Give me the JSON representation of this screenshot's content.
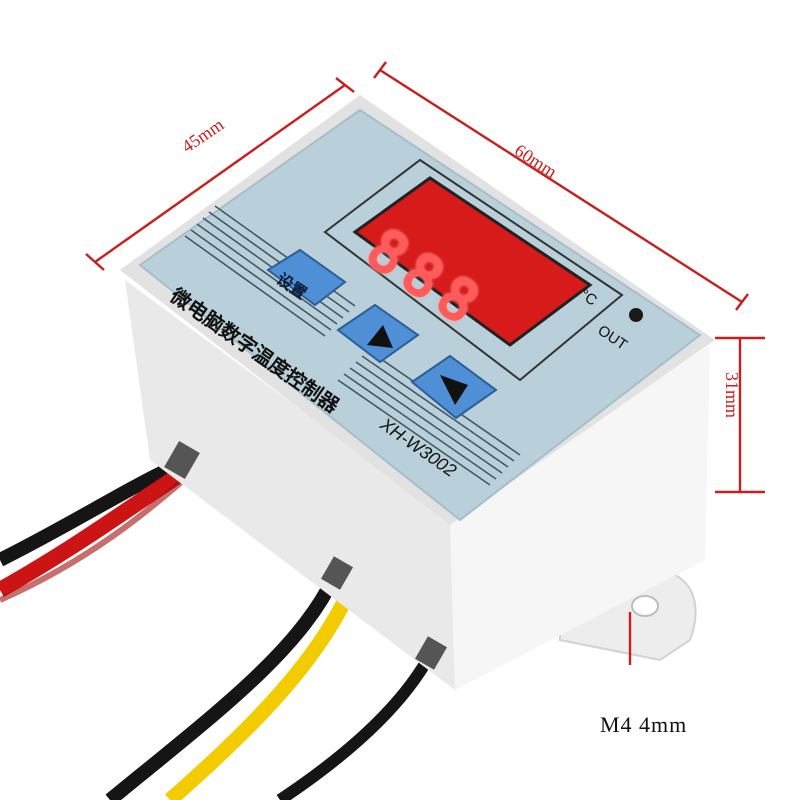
{
  "dimensions": {
    "depth_label": "45mm",
    "width_label": "60mm",
    "height_label": "31mm",
    "mount_label": "M4  4mm"
  },
  "device": {
    "chinese_label": "微电脑数字温度控制器",
    "model": "XH-W3002",
    "set_button_label": "设置",
    "display_digits": "888",
    "unit_label": "°C",
    "out_label": "OUT"
  },
  "colors": {
    "dimension_lines": "#c81e1e",
    "panel": "#b9cfd9",
    "display": "#d71a1a",
    "buttons": "#4f8fd6",
    "case": "#f3f3f3",
    "wire_red": "#cc1414",
    "wire_yellow": "#f2cc00",
    "wire_black": "#151515"
  },
  "icons": {
    "up_button": "triangle-up-icon",
    "down_button": "triangle-down-icon",
    "out_led": "led-indicator-icon"
  }
}
